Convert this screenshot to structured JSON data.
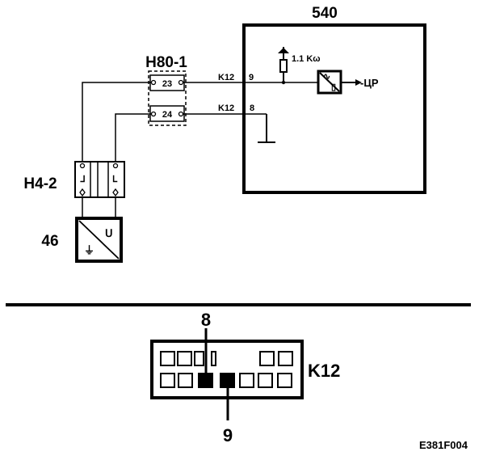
{
  "diagram": {
    "control_unit": {
      "label": "540"
    },
    "resistor": {
      "value": "1.1 Kω"
    },
    "output": {
      "label": "-ЦP"
    },
    "connectors": {
      "h80": {
        "label": "H80-1",
        "pin_top": "23",
        "pin_bottom": "24"
      },
      "h4": {
        "label": "H4-2"
      }
    },
    "wires": {
      "top": {
        "connector": "K12",
        "pin": "9"
      },
      "bottom": {
        "connector": "K12",
        "pin": "8"
      }
    },
    "sensor": {
      "label": "46"
    },
    "connector_view": {
      "label": "K12",
      "pin_top_callout": "8",
      "pin_bottom_callout": "9"
    },
    "figure_code": "E381F004"
  }
}
